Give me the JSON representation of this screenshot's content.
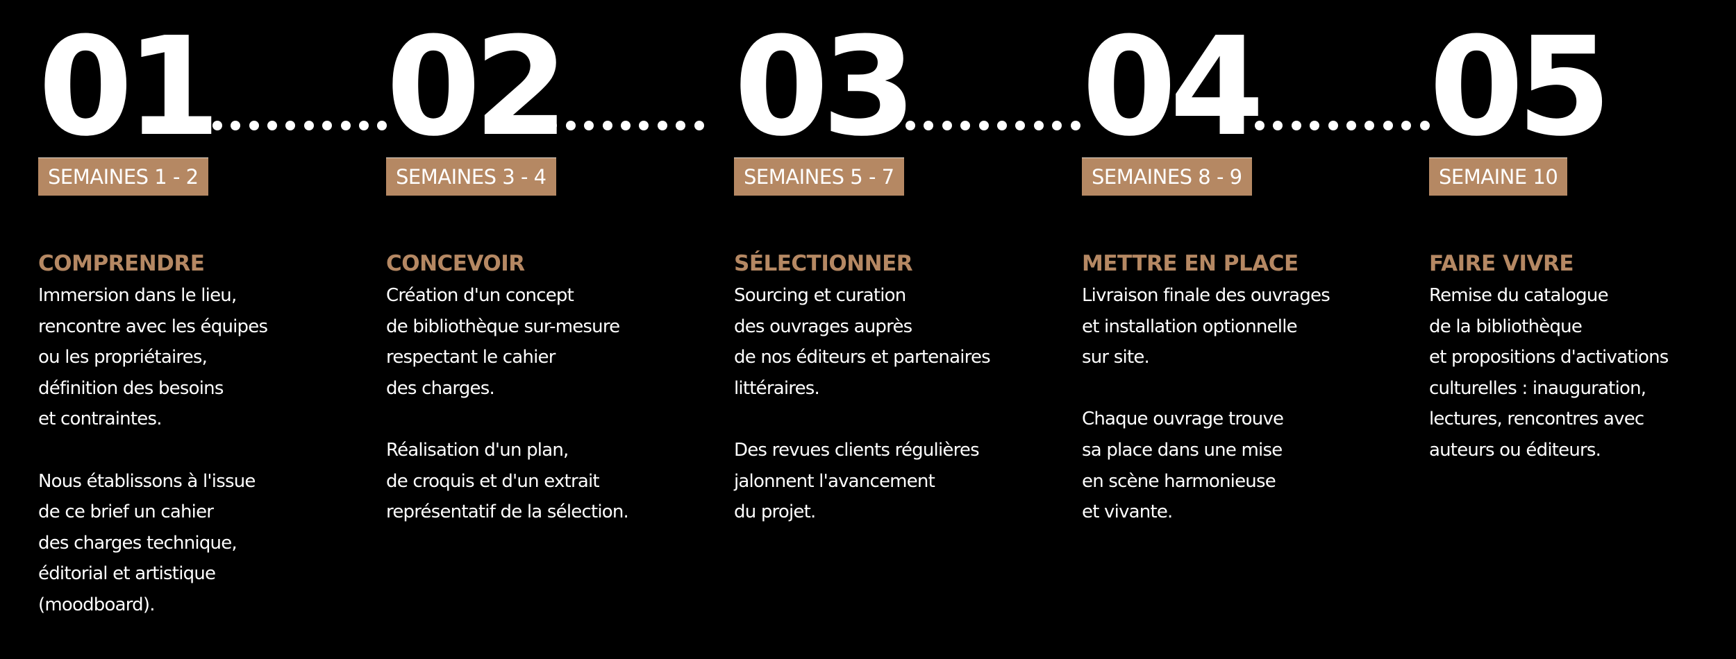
{
  "colors": {
    "background": "#000000",
    "accent": "#b58863",
    "text": "#ffffff"
  },
  "steps": [
    {
      "number": "01",
      "weeks": "SEMAINES 1 - 2",
      "title": "COMPRENDRE",
      "paragraphs": [
        [
          "Immersion dans le lieu,",
          "rencontre avec les équipes",
          "ou les propriétaires,",
          "définition des besoins",
          "et contraintes."
        ],
        [
          "Nous établissons à l'issue",
          "de ce brief un cahier",
          "des charges technique,",
          "éditorial et artistique",
          "(moodboard)."
        ]
      ],
      "dots_after": 12
    },
    {
      "number": "02",
      "weeks": "SEMAINES 3 - 4",
      "title": "CONCEVOIR",
      "paragraphs": [
        [
          "Création d'un concept",
          "de bibliothèque sur-mesure",
          "respectant le cahier",
          "des charges."
        ],
        [
          "Réalisation d'un plan,",
          "de croquis et d'un extrait",
          "représentatif de la sélection."
        ]
      ],
      "dots_after": 10
    },
    {
      "number": "03",
      "weeks": "SEMAINES 5 - 7",
      "title": "SÉLECTIONNER",
      "paragraphs": [
        [
          "Sourcing et curation",
          "des ouvrages auprès",
          "de nos éditeurs et partenaires",
          "littéraires."
        ],
        [
          "Des revues clients régulières",
          "jalonnent l'avancement",
          "du projet."
        ]
      ],
      "dots_after": 10
    },
    {
      "number": "04",
      "weeks": "SEMAINES 8 - 9",
      "title": "METTRE EN PLACE",
      "paragraphs": [
        [
          "Livraison finale des ouvrages",
          "et installation optionnelle",
          "sur site."
        ],
        [
          "Chaque ouvrage trouve",
          "sa place dans une mise",
          "en scène harmonieuse",
          "et vivante."
        ]
      ],
      "dots_after": 10
    },
    {
      "number": "05",
      "weeks": "SEMAINE 10",
      "title": "FAIRE VIVRE",
      "paragraphs": [
        [
          "Remise du catalogue",
          "de la bibliothèque",
          "et propositions d'activations",
          "culturelles : inauguration,",
          "lectures, rencontres avec",
          "auteurs ou éditeurs."
        ]
      ],
      "dots_after": 0
    }
  ]
}
